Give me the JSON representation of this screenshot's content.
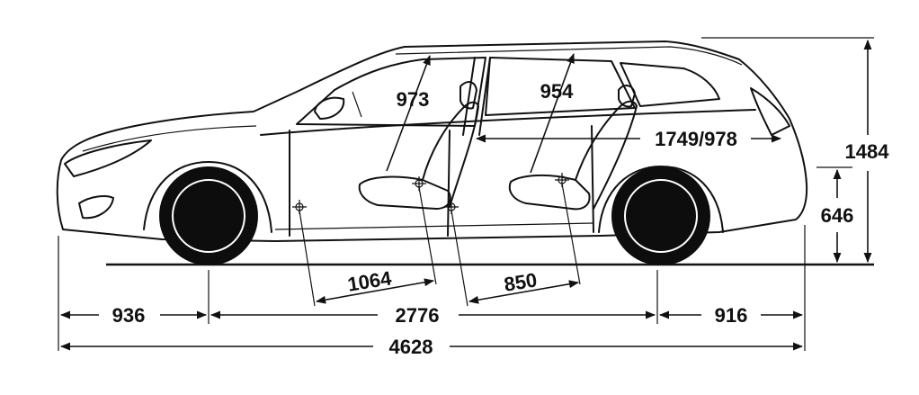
{
  "dimensions": {
    "front_overhang": "936",
    "wheelbase": "2776",
    "rear_overhang": "916",
    "overall_length": "4628",
    "overall_height": "1484",
    "load_sill_height": "646",
    "front_headroom": "973",
    "rear_headroom": "954",
    "cargo_length": "1749/978",
    "front_legroom": "1064",
    "rear_legroom": "850"
  },
  "colors": {
    "ink": "#111111",
    "background": "#ffffff",
    "wheel": "#0d0d0d"
  }
}
